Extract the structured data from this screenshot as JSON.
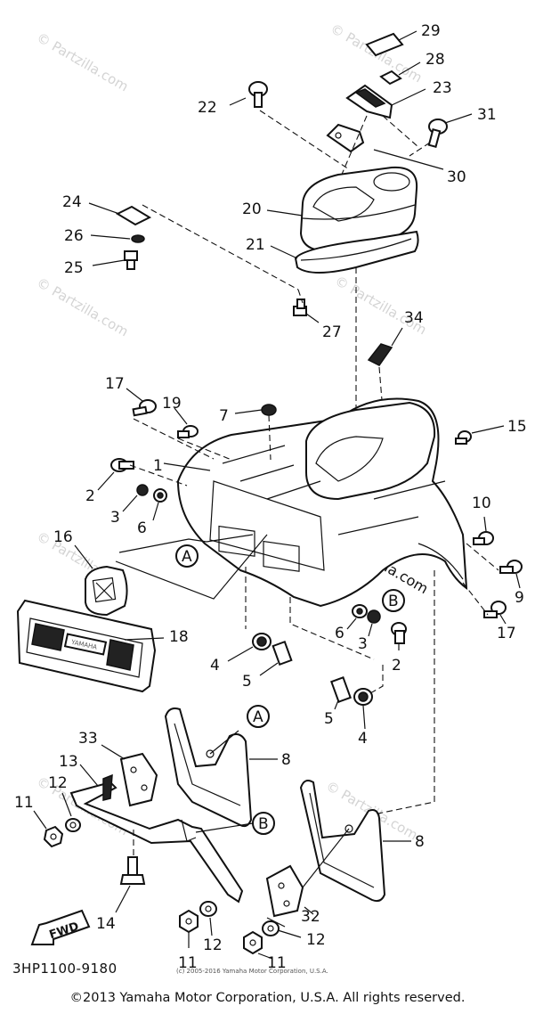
{
  "diagram": {
    "callouts": {
      "n1": "1",
      "n2a": "2",
      "n2b": "2",
      "n3a": "3",
      "n3b": "3",
      "n4a": "4",
      "n4b": "4",
      "n5a": "5",
      "n5b": "5",
      "n6a": "6",
      "n6b": "6",
      "n7": "7",
      "n8a": "8",
      "n8b": "8",
      "n9": "9",
      "n10": "10",
      "n11a": "11",
      "n11b": "11",
      "n11c": "11",
      "n12a": "12",
      "n12b": "12",
      "n12c": "12",
      "n13": "13",
      "n14": "14",
      "n15": "15",
      "n16": "16",
      "n17a": "17",
      "n17b": "17",
      "n18": "18",
      "n19": "19",
      "n20": "20",
      "n21": "21",
      "n22": "22",
      "n23": "23",
      "n24": "24",
      "n25": "25",
      "n26": "26",
      "n27": "27",
      "n28": "28",
      "n29": "29",
      "n30": "30",
      "n31": "31",
      "n32": "32",
      "n33": "33",
      "n34": "34"
    },
    "ref_markers": {
      "a1": "A",
      "a2": "A",
      "b1": "B",
      "b2": "B"
    },
    "fwd_label": "FWD",
    "diagram_code": "3HP1100-9180",
    "small_copyright": "(c) 2005-2016 Yamaha Motor Corporation, U.S.A.",
    "watermark": "© Partzilla.com",
    "emblem_text": "YAMAHA"
  },
  "footer": {
    "copyright": "©2013 Yamaha Motor Corporation, U.S.A. All rights reserved."
  }
}
